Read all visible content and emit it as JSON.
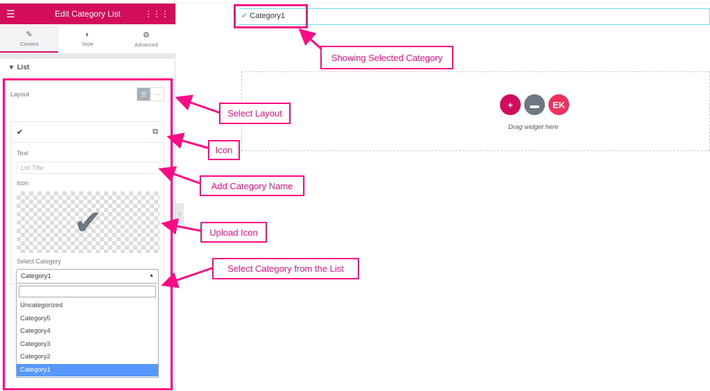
{
  "panel": {
    "title": "Edit Category List",
    "tabs": [
      {
        "label": "Content",
        "icon": "pencil-icon"
      },
      {
        "label": "Style",
        "icon": "contrast-icon"
      },
      {
        "label": "Advanced",
        "icon": "gear-icon"
      }
    ],
    "section": "List",
    "layout_label": "Layout",
    "item": {
      "text_label": "Text",
      "text_placeholder": "List Title",
      "icon_label": "Icon",
      "select_label": "Select Category",
      "selected": "Category1",
      "options": [
        "Uncategorized",
        "Category5",
        "Category4",
        "Category3",
        "Category2",
        "Category1"
      ]
    }
  },
  "canvas": {
    "selected_category": "Category1",
    "drag_text": "Drag widget here"
  },
  "annotations": [
    "Showing Selected Category",
    "Select Layout",
    "Icon",
    "Add Category Name",
    "Upload Icon",
    "Select Category from the List"
  ],
  "colors": {
    "brand": "#d30c5c",
    "annotation": "#ff0a84",
    "highlight": "#5897fb"
  }
}
